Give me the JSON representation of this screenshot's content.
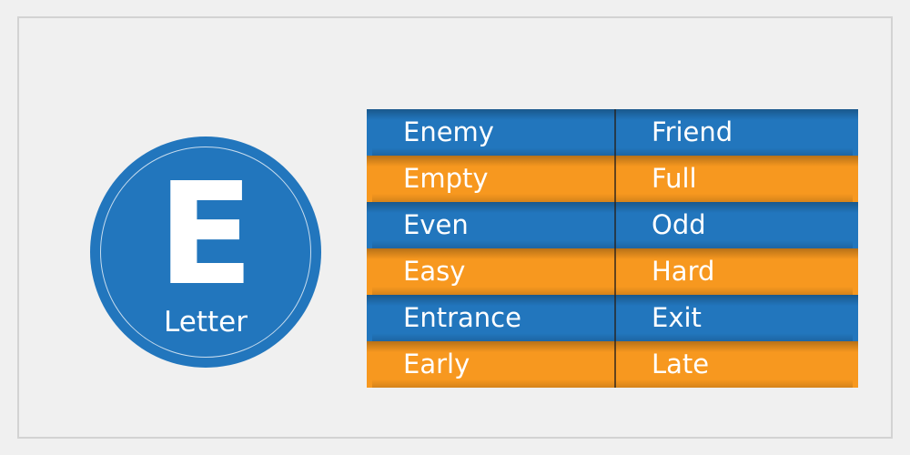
{
  "background_color": "#f0f0f0",
  "frame": {
    "border_color": "#d3d3d3"
  },
  "badge": {
    "letter": "E",
    "caption": "Letter",
    "fill_color": "#2276bd",
    "ring_color": "#ffffff",
    "text_color": "#ffffff"
  },
  "table": {
    "blue_color": "#2276bd",
    "orange_color": "#f7981f",
    "text_color": "#ffffff",
    "divider_color": "#2a231e",
    "rows": [
      {
        "word": "Enemy",
        "opposite": "Friend",
        "style": "blue"
      },
      {
        "word": "Empty",
        "opposite": "Full",
        "style": "orange"
      },
      {
        "word": "Even",
        "opposite": "Odd",
        "style": "blue"
      },
      {
        "word": "Easy",
        "opposite": "Hard",
        "style": "orange"
      },
      {
        "word": "Entrance",
        "opposite": "Exit",
        "style": "blue"
      },
      {
        "word": "Early",
        "opposite": "Late",
        "style": "orange"
      }
    ]
  }
}
